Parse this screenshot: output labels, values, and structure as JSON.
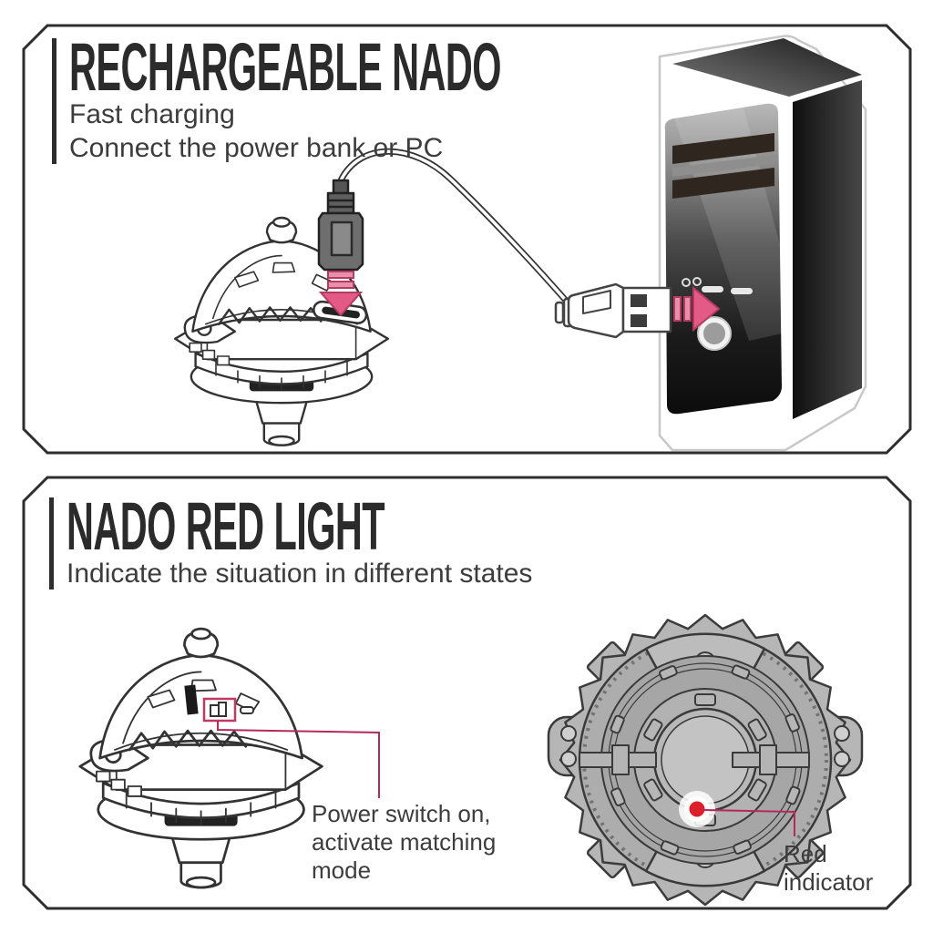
{
  "panel_recharge": {
    "title": "RECHARGEABLE NADO",
    "subtitle_line1": "Fast charging",
    "subtitle_line2": "Connect the power bank or PC"
  },
  "panel_red_light": {
    "title": "NADO RED LIGHT",
    "subtitle": "Indicate the situation in different states",
    "power_switch_label_line1": "Power switch on,",
    "power_switch_label_line2": "activate matching",
    "power_switch_label_line3": "mode",
    "red_indicator_label_line1": "Red",
    "red_indicator_label_line2": "indicator"
  },
  "icons": {
    "insert_down_arrow": "down-arrow",
    "insert_right_arrow": "right-arrow",
    "red_indicator_dot": "red-dot"
  },
  "colors": {
    "panel_border": "#2e2e2e",
    "heading_ink": "#2b2b2b",
    "body_text": "#3c3c3c",
    "line_art": "#333333",
    "callout_red": "#b5295b",
    "arrow_pink": "#e35a86",
    "arrow_pink_outline": "#b43c62",
    "indicator_red": "#dc1f2c",
    "gyro_gray": "#b6b6b6"
  }
}
